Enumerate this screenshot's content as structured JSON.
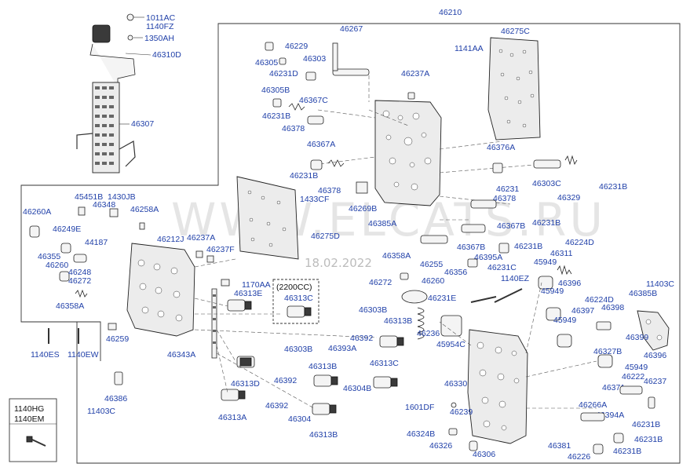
{
  "watermark": {
    "text": "WWW.ELCATS.RU",
    "date": "18.02.2022"
  },
  "engine_note": "(2200CC)",
  "legend_box": {
    "line1": "1140HG",
    "line2": "1140EM"
  },
  "labels": {
    "l46210": "46210",
    "l1011AC": "1011AC",
    "l1140FZ": "1140FZ",
    "l1350AH": "1350AH",
    "l46310D": "46310D",
    "l46307": "46307",
    "l46267": "46267",
    "l46229": "46229",
    "l46305": "46305",
    "l46303": "46303",
    "l46231D": "46231D",
    "l46305B": "46305B",
    "l46237A_top": "46237A",
    "l46275C": "46275C",
    "l1141AA": "1141AA",
    "l46367C": "46367C",
    "l46231B_a": "46231B",
    "l46378_a": "46378",
    "l46367A": "46367A",
    "l46231B_b": "46231B",
    "l46378_b": "46378",
    "l1433CF": "1433CF",
    "l46269B": "46269B",
    "l46275D": "46275D",
    "l46376A": "46376A",
    "l46303C": "46303C",
    "l46231B_c": "46231B",
    "l46231": "46231",
    "l46378_c": "46378",
    "l46329": "46329",
    "l46231B_d": "46231B",
    "l46367B_a": "46367B",
    "l46385A": "46385A",
    "l46367B_b": "46367B",
    "l46231B_e": "46231B",
    "l46395A": "46395A",
    "l46231C": "46231C",
    "l46255": "46255",
    "l46356": "46356",
    "l46224D_a": "46224D",
    "l46311": "46311",
    "l45949_a": "45949",
    "l46358A_a": "46358A",
    "l46272_a": "46272",
    "l46260_a": "46260",
    "l1140EZ": "1140EZ",
    "l46396_a": "46396",
    "l45949_b": "45949",
    "l11403C_a": "11403C",
    "l46385B": "46385B",
    "l46260A": "46260A",
    "l45451B": "45451B",
    "l1430JB": "1430JB",
    "l46348": "46348",
    "l46258A": "46258A",
    "l46249E": "46249E",
    "l44187": "44187",
    "l46212J": "46212J",
    "l46237A_mid": "46237A",
    "l46237F": "46237F",
    "l46355": "46355",
    "l46260_b": "46260",
    "l46248": "46248",
    "l46272_b": "46272",
    "l46358A_b": "46358A",
    "l1170AA": "1170AA",
    "l46313E": "46313E",
    "l46313C_a": "46313C",
    "l46231E": "46231E",
    "l46224D_b": "46224D",
    "l46397": "46397",
    "l46398": "46398",
    "l45949_c": "45949",
    "l46399": "46399",
    "l46303B": "46303B",
    "l46313B_a": "46313B",
    "l46392_a": "46392",
    "l46236": "46236",
    "l45954C": "45954C",
    "l46327B": "46327B",
    "l46396_b": "46396",
    "l45949_d": "45949",
    "l46222": "46222",
    "l1140ES": "1140ES",
    "l1140EW": "1140EW",
    "l46259": "46259",
    "l46343A": "46343A",
    "l46303B_b": "46303B",
    "l46393A": "46393A",
    "l46313B_b": "46313B",
    "l46313C_b": "46313C",
    "l46392_b": "46392",
    "l46313D": "46313D",
    "l46304B": "46304B",
    "l46371": "46371",
    "l46237": "46237",
    "l46386": "46386",
    "l11403C_b": "11403C",
    "l46330": "46330",
    "l46266A": "46266A",
    "l1601DF": "1601DF",
    "l46239": "46239",
    "l46394A": "46394A",
    "l46231B_f": "46231B",
    "l46392_c": "46392",
    "l46304": "46304",
    "l46313A": "46313A",
    "l46313B_c": "46313B",
    "l46324B": "46324B",
    "l46231B_g": "46231B",
    "l46326": "46326",
    "l46306": "46306",
    "l46381": "46381",
    "l46226": "46226",
    "l46231B_h": "46231B"
  }
}
